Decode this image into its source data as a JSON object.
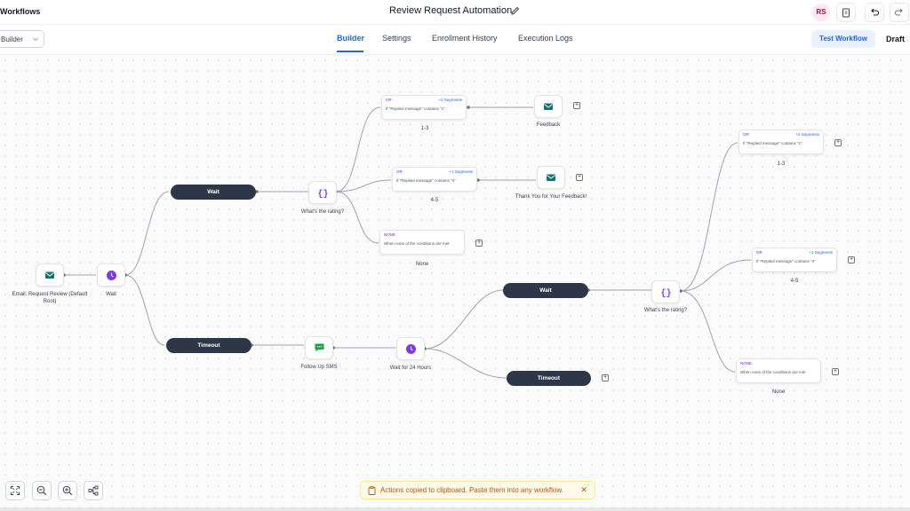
{
  "header": {
    "app_title": "Workflows",
    "workflow_name": "Review Request Automation",
    "avatar_initials": "RS"
  },
  "subheader": {
    "view_select": "Builder",
    "tabs": [
      "Builder",
      "Settings",
      "Enrollment History",
      "Execution Logs"
    ],
    "active_tab": "Builder",
    "test_button": "Test Workflow",
    "status": "Draft"
  },
  "nodes": {
    "email": "Email: Request Review (Default Root)",
    "wait1": "Wait",
    "wait_pill": "Wait",
    "timeout_pill": "Timeout",
    "rating1": "What's the rating?",
    "feedback": "Feedback",
    "thankyou": "Thank You for Your Feedback!",
    "sms": "Follow Up SMS",
    "wait24": "Wait for 24 Hours",
    "wait_pill2": "Wait",
    "timeout_pill2": "Timeout",
    "rating2": "What's the rating?"
  },
  "conditions": [
    {
      "tag": "OR",
      "segments": "+2 Segments",
      "text": "If \"Replied message\" contains \"1\"",
      "label": "1-3"
    },
    {
      "tag": "OR",
      "segments": "+1 Segments",
      "text": "If \"Replied message\" contains \"4\"",
      "label": "4-5"
    },
    {
      "tag": "NONE",
      "segments": "",
      "text": "When none of the conditions are met",
      "label": "None"
    },
    {
      "tag": "OR",
      "segments": "+2 Segments",
      "text": "If \"Replied message\" contains \"1\"",
      "label": "1-3"
    },
    {
      "tag": "OR",
      "segments": "+1 Segments",
      "text": "If \"Replied message\" contains \"4\"",
      "label": "4-5"
    },
    {
      "tag": "NONE",
      "segments": "",
      "text": "When none of the conditions are met",
      "label": "None"
    }
  ],
  "toast": {
    "message": "Actions copied to clipboard. Paste them into any workflow."
  },
  "colors": {
    "accent": "#2563eb",
    "node_dark": "#2d3748",
    "email_icon": "#0f766e",
    "wait_icon": "#7c3aed",
    "toast_text": "#b45309"
  }
}
